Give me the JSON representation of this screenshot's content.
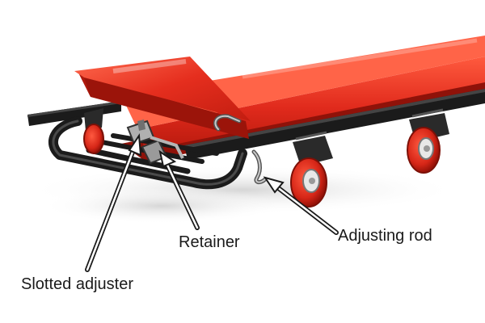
{
  "labels": {
    "retainer": "Retainer",
    "adjusting_rod": "Adjusting rod",
    "slotted_adjuster": "Slotted adjuster"
  },
  "colors": {
    "pad_red": "#e02a1c",
    "pad_dark_red": "#a5160c",
    "frame_black": "#1b1b1b",
    "wheel_red": "#d62617",
    "metal_grey": "#9a9a9a"
  }
}
